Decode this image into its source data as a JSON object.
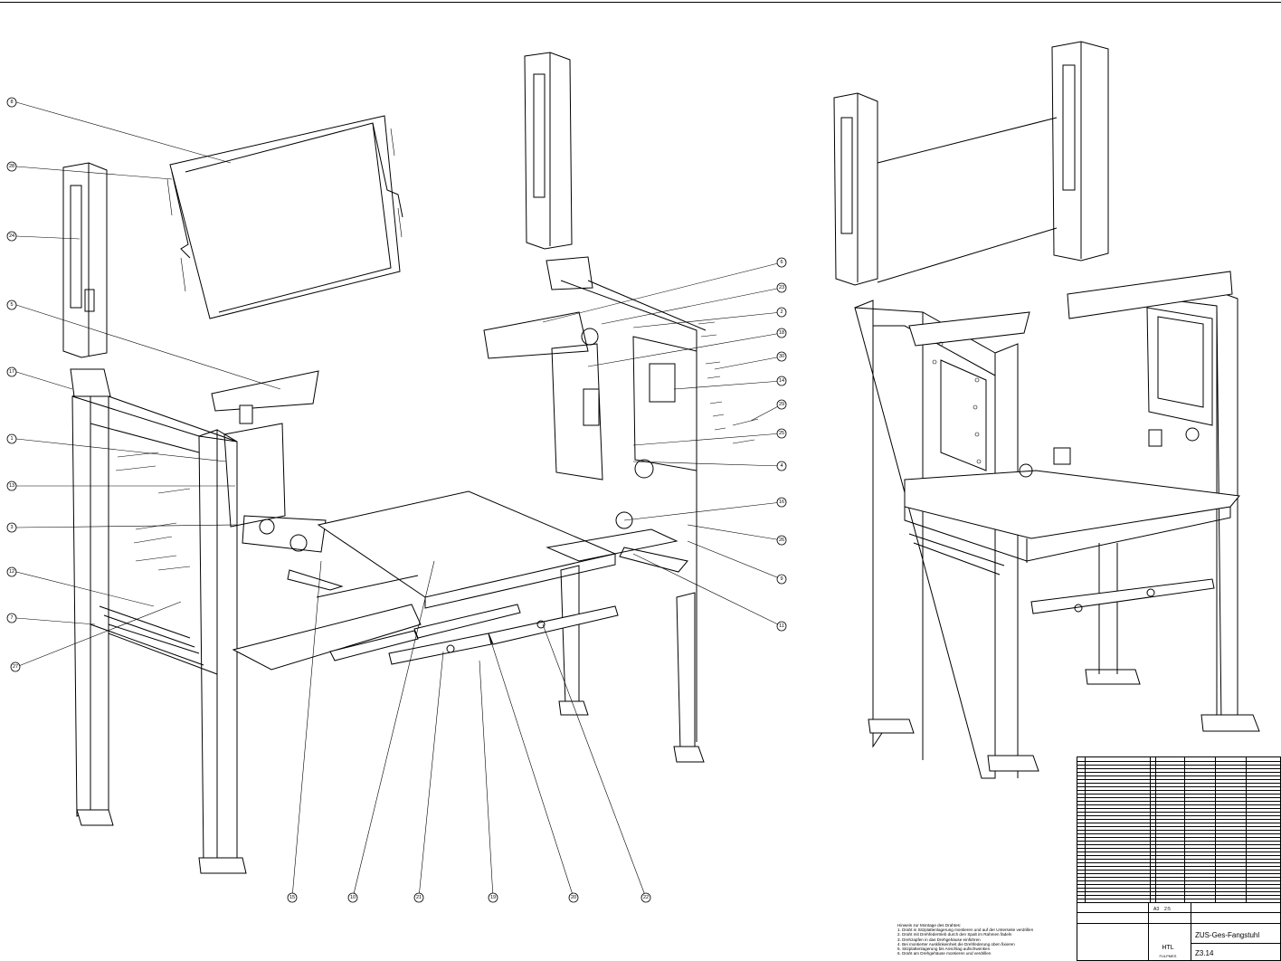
{
  "drawing": {
    "balloons": [
      {
        "id": "b8a",
        "label": "8"
      },
      {
        "id": "b28a",
        "label": "28"
      },
      {
        "id": "b24",
        "label": "24"
      },
      {
        "id": "b5a",
        "label": "5"
      },
      {
        "id": "b17",
        "label": "17"
      },
      {
        "id": "b1",
        "label": "1"
      },
      {
        "id": "b13",
        "label": "13"
      },
      {
        "id": "b3",
        "label": "3"
      },
      {
        "id": "b12",
        "label": "12"
      },
      {
        "id": "b7",
        "label": "7"
      },
      {
        "id": "b27",
        "label": "27"
      },
      {
        "id": "b15",
        "label": "15"
      },
      {
        "id": "b10",
        "label": "10"
      },
      {
        "id": "b21",
        "label": "21"
      },
      {
        "id": "b19",
        "label": "19"
      },
      {
        "id": "b20",
        "label": "20"
      },
      {
        "id": "b22",
        "label": "22"
      },
      {
        "id": "b6",
        "label": "6"
      },
      {
        "id": "b23",
        "label": "23"
      },
      {
        "id": "b2",
        "label": "2"
      },
      {
        "id": "b18",
        "label": "18"
      },
      {
        "id": "b30",
        "label": "30"
      },
      {
        "id": "b14",
        "label": "14"
      },
      {
        "id": "b29",
        "label": "29"
      },
      {
        "id": "b25",
        "label": "25"
      },
      {
        "id": "b4",
        "label": "4"
      },
      {
        "id": "b16",
        "label": "16"
      },
      {
        "id": "b26",
        "label": "26"
      },
      {
        "id": "b9",
        "label": "9"
      },
      {
        "id": "b11",
        "label": "11"
      }
    ]
  },
  "notes": {
    "heading": "Hinweis zur Montage des Drahtes:",
    "lines": [
      "1. Draht in Sitzplattenlagerung montieren und auf der Unterseite verdrillen",
      "2. Draht mit Drehfedertrieb durch den Spalt im Rahmen fädeln",
      "3. Drehzapfen in das Drehgehäuse einführen",
      "4. Bei montierter Ausklinkeinheit die Drehfederung oben fixieren",
      "5. Sitzplattenlagerung bis Anschlag aufschwenken",
      "6. Draht am Drehgehäuse montieren und verdrillen"
    ]
  },
  "title_block": {
    "title": "ZUS-Ges-Fangstuhl",
    "school": "HTL",
    "school_sub": "FULPMES",
    "code": "Z3.14",
    "scale": "2:5",
    "format": "A3"
  }
}
